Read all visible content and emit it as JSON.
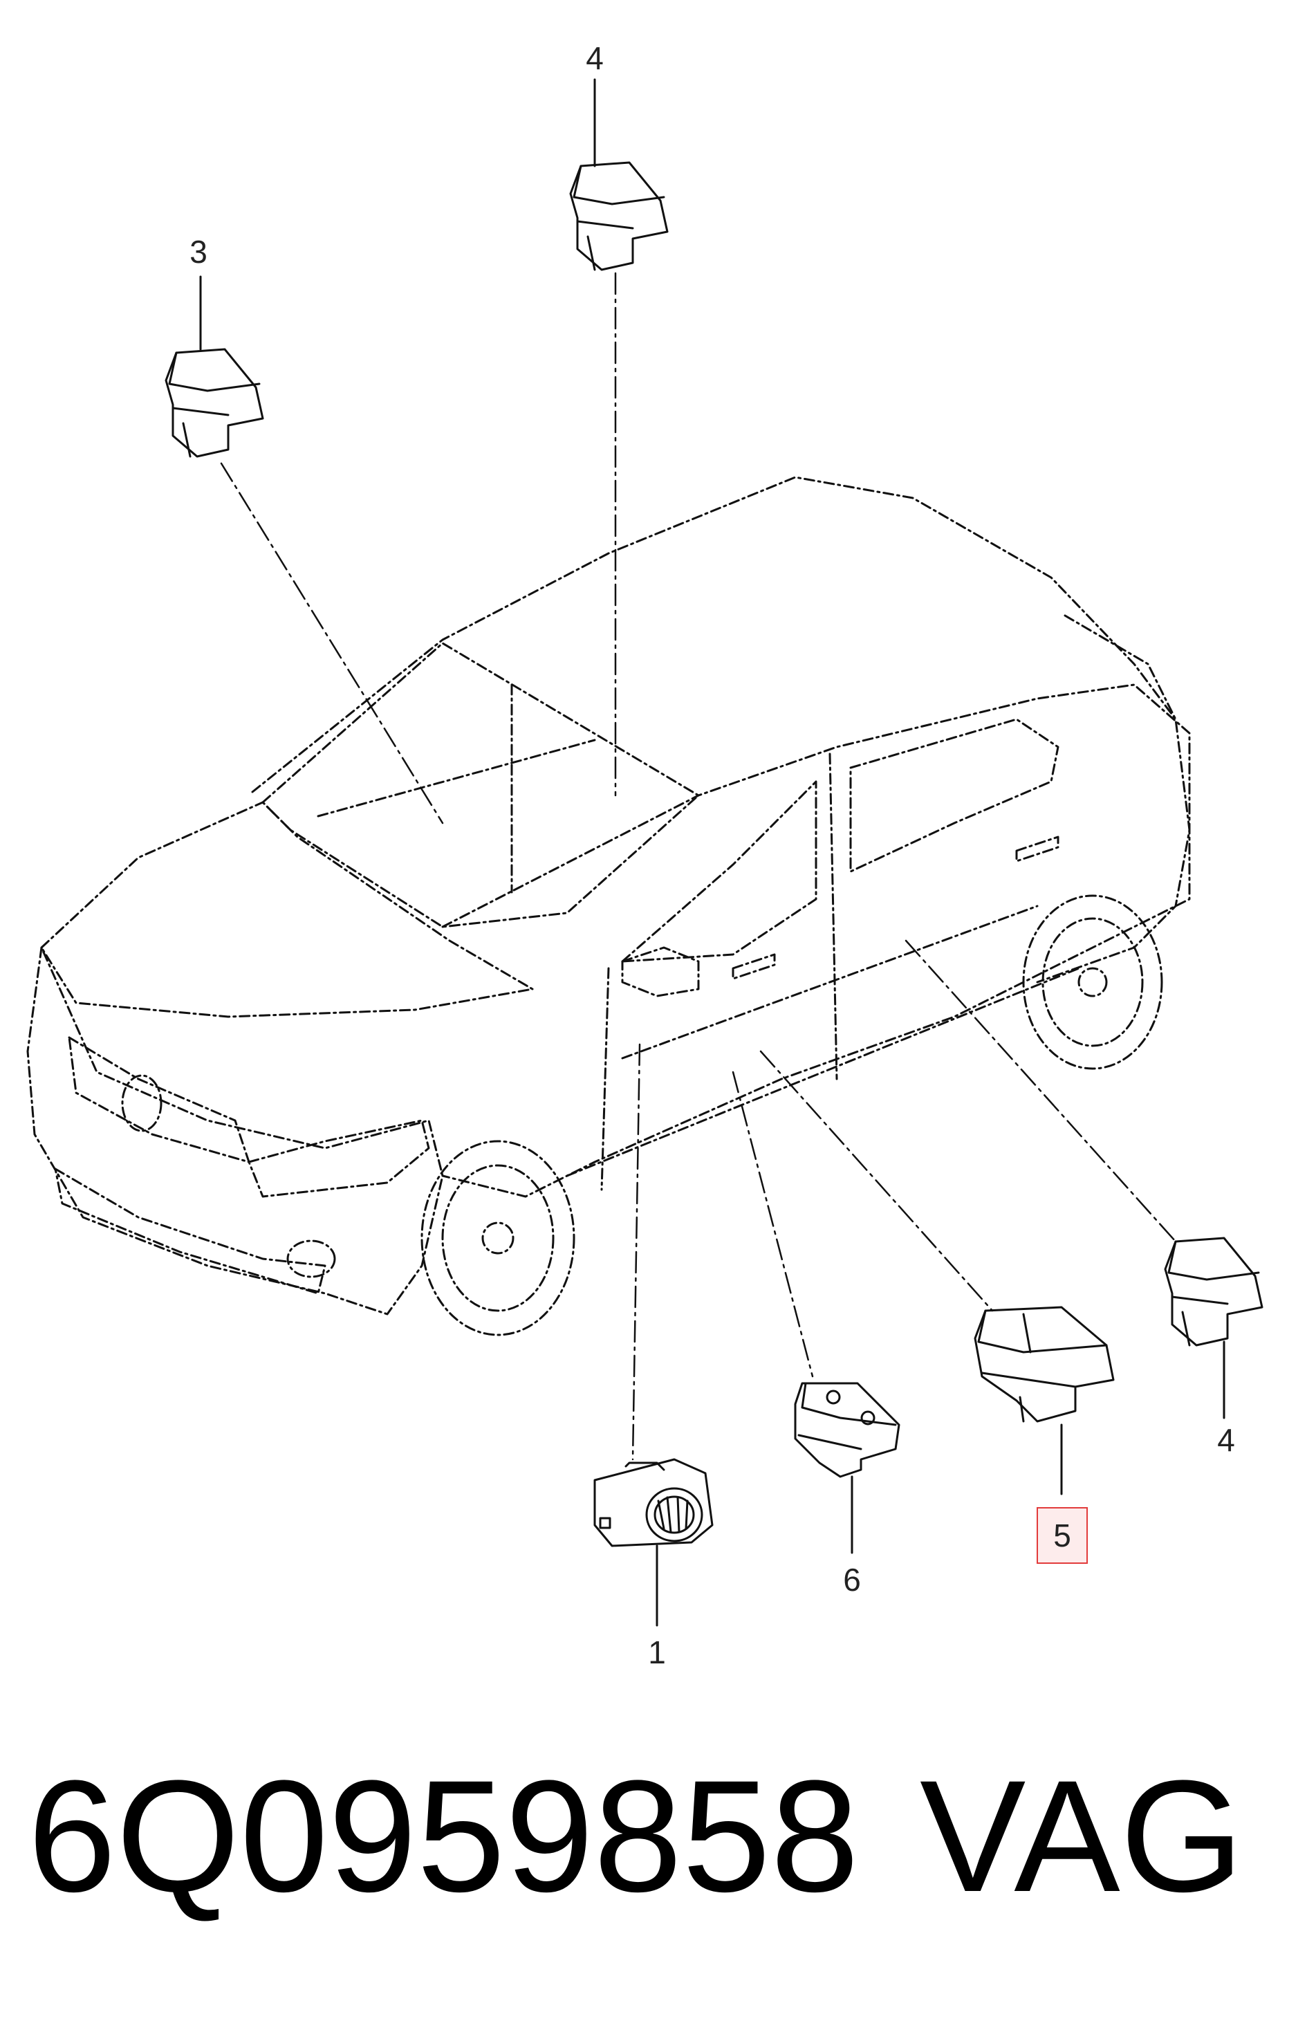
{
  "callouts": {
    "c1": "1",
    "c3": "3",
    "c4_top": "4",
    "c4_right": "4",
    "c5": "5",
    "c6": "6"
  },
  "highlight_color": "#e23b3b",
  "caption": {
    "part_number": "6Q0959858",
    "brand": "VAG"
  }
}
